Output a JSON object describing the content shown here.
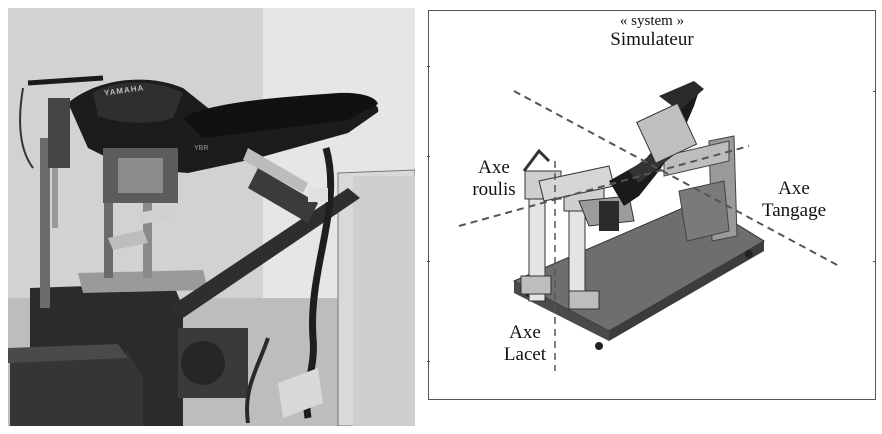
{
  "photo": {
    "brand_text": "YAMAHA",
    "model_text": "YBR"
  },
  "diagram": {
    "stereotype": "« system »",
    "title": "Simulateur",
    "axes": {
      "roll": {
        "line1": "Axe",
        "line2": "roulis"
      },
      "pitch": {
        "line1": "Axe",
        "line2": "Tangage"
      },
      "yaw": {
        "line1": "Axe",
        "line2": "Lacet"
      }
    }
  }
}
